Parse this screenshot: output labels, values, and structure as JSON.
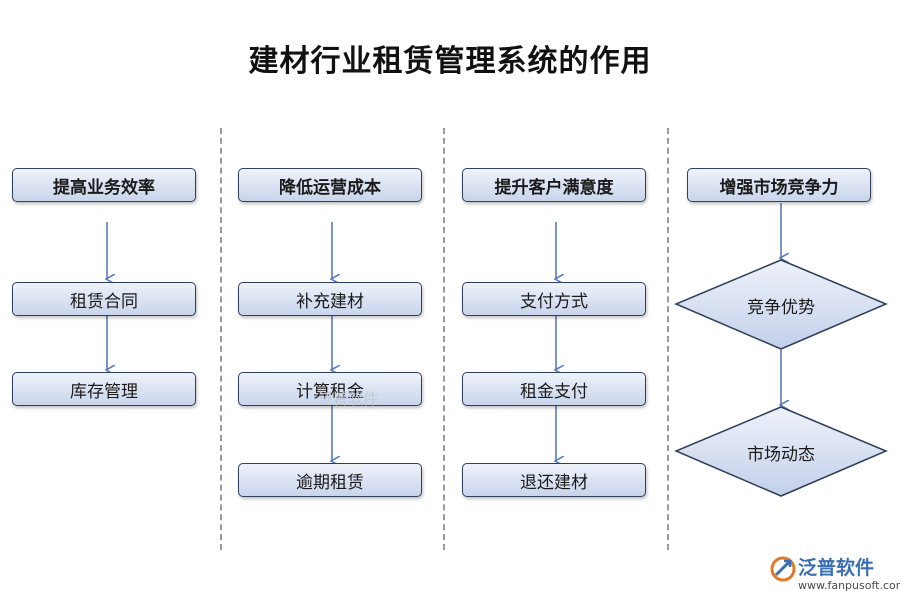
{
  "title": "建材行业租赁管理系统的作用",
  "columns": [
    {
      "header": "提高业务效率",
      "items": [
        "租赁合同",
        "库存管理"
      ]
    },
    {
      "header": "降低运营成本",
      "items": [
        "补充建材",
        "计算租金",
        "逾期租赁"
      ]
    },
    {
      "header": "提升客户满意度",
      "items": [
        "支付方式",
        "租金支付",
        "退还建材"
      ]
    },
    {
      "header": "增强市场竞争力",
      "items": [
        "竞争优势",
        "市场动态"
      ]
    }
  ],
  "watermark": "泛普软件",
  "logo": {
    "name": "泛普软件",
    "url": "www.fanpusoft.com"
  },
  "colors": {
    "box_border": "#2f3f5c",
    "box_fill": "#c9d5ec",
    "arrow": "#5b7bc0",
    "brand": "#3a6fb0"
  }
}
